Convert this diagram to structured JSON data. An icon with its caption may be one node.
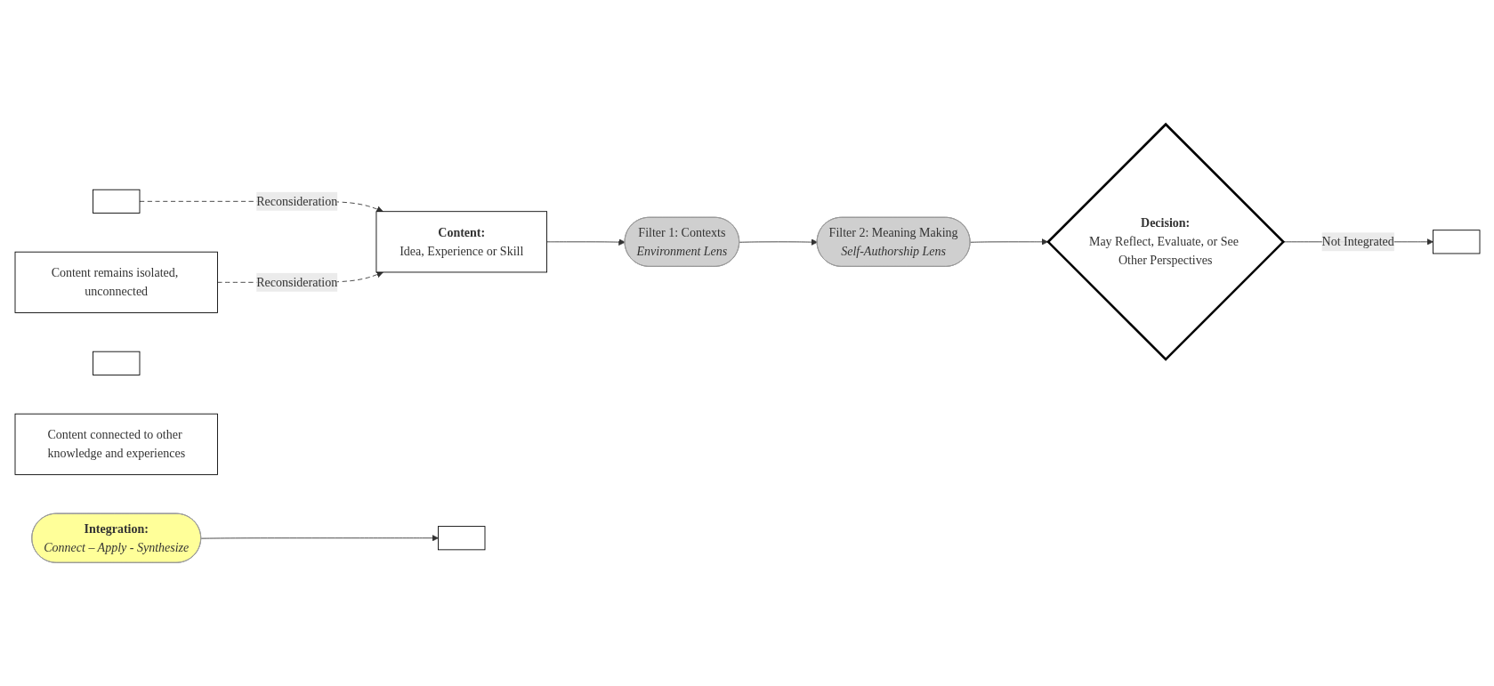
{
  "diagram": {
    "nodes": [
      {
        "text": [
          "Content:",
          "Idea, Experience or Skill"
        ]
      },
      {
        "text": [
          "Filter 1: Contexts",
          "Environment Lens"
        ]
      },
      {
        "text": [
          "Filter 2: Meaning Making",
          "Self-Authorship Lens"
        ]
      },
      {
        "text": [
          "Decision:",
          "May Reflect, Evaluate, or See Other Perspectives"
        ]
      },
      {
        "text": [
          "Integration:",
          "Connect – Apply - Synthesize"
        ]
      },
      {
        "text": [],
        "shape": "box"
      },
      {
        "text": [],
        "shape": "box"
      },
      {
        "text": [],
        "shape": "box"
      },
      {
        "text": [
          "Content connected to other knowledge and experiences"
        ]
      },
      {
        "text": [],
        "shape": "box"
      },
      {
        "text": [
          "Content remains isolated, unconnected"
        ]
      }
    ],
    "edges": [
      {
        "from": 0,
        "to": 1,
        "arrow": "to"
      },
      {
        "from": 1,
        "to": 2,
        "arrow": "to"
      },
      {
        "from": 2,
        "to": 3,
        "arrow": "to"
      },
      {
        "from": 4,
        "to": 6,
        "arrow": "to"
      },
      {
        "from": 3,
        "to": 9,
        "arrow": "to",
        "label": "Not Integrated"
      },
      {
        "from": 5,
        "to": 0,
        "arrow": "to",
        "style": "dashed",
        "label": "Reconsideration"
      },
      {
        "from": 10,
        "to": 0,
        "arrow": "to",
        "style": "dashed",
        "label": "Reconsideration"
      }
    ]
  }
}
